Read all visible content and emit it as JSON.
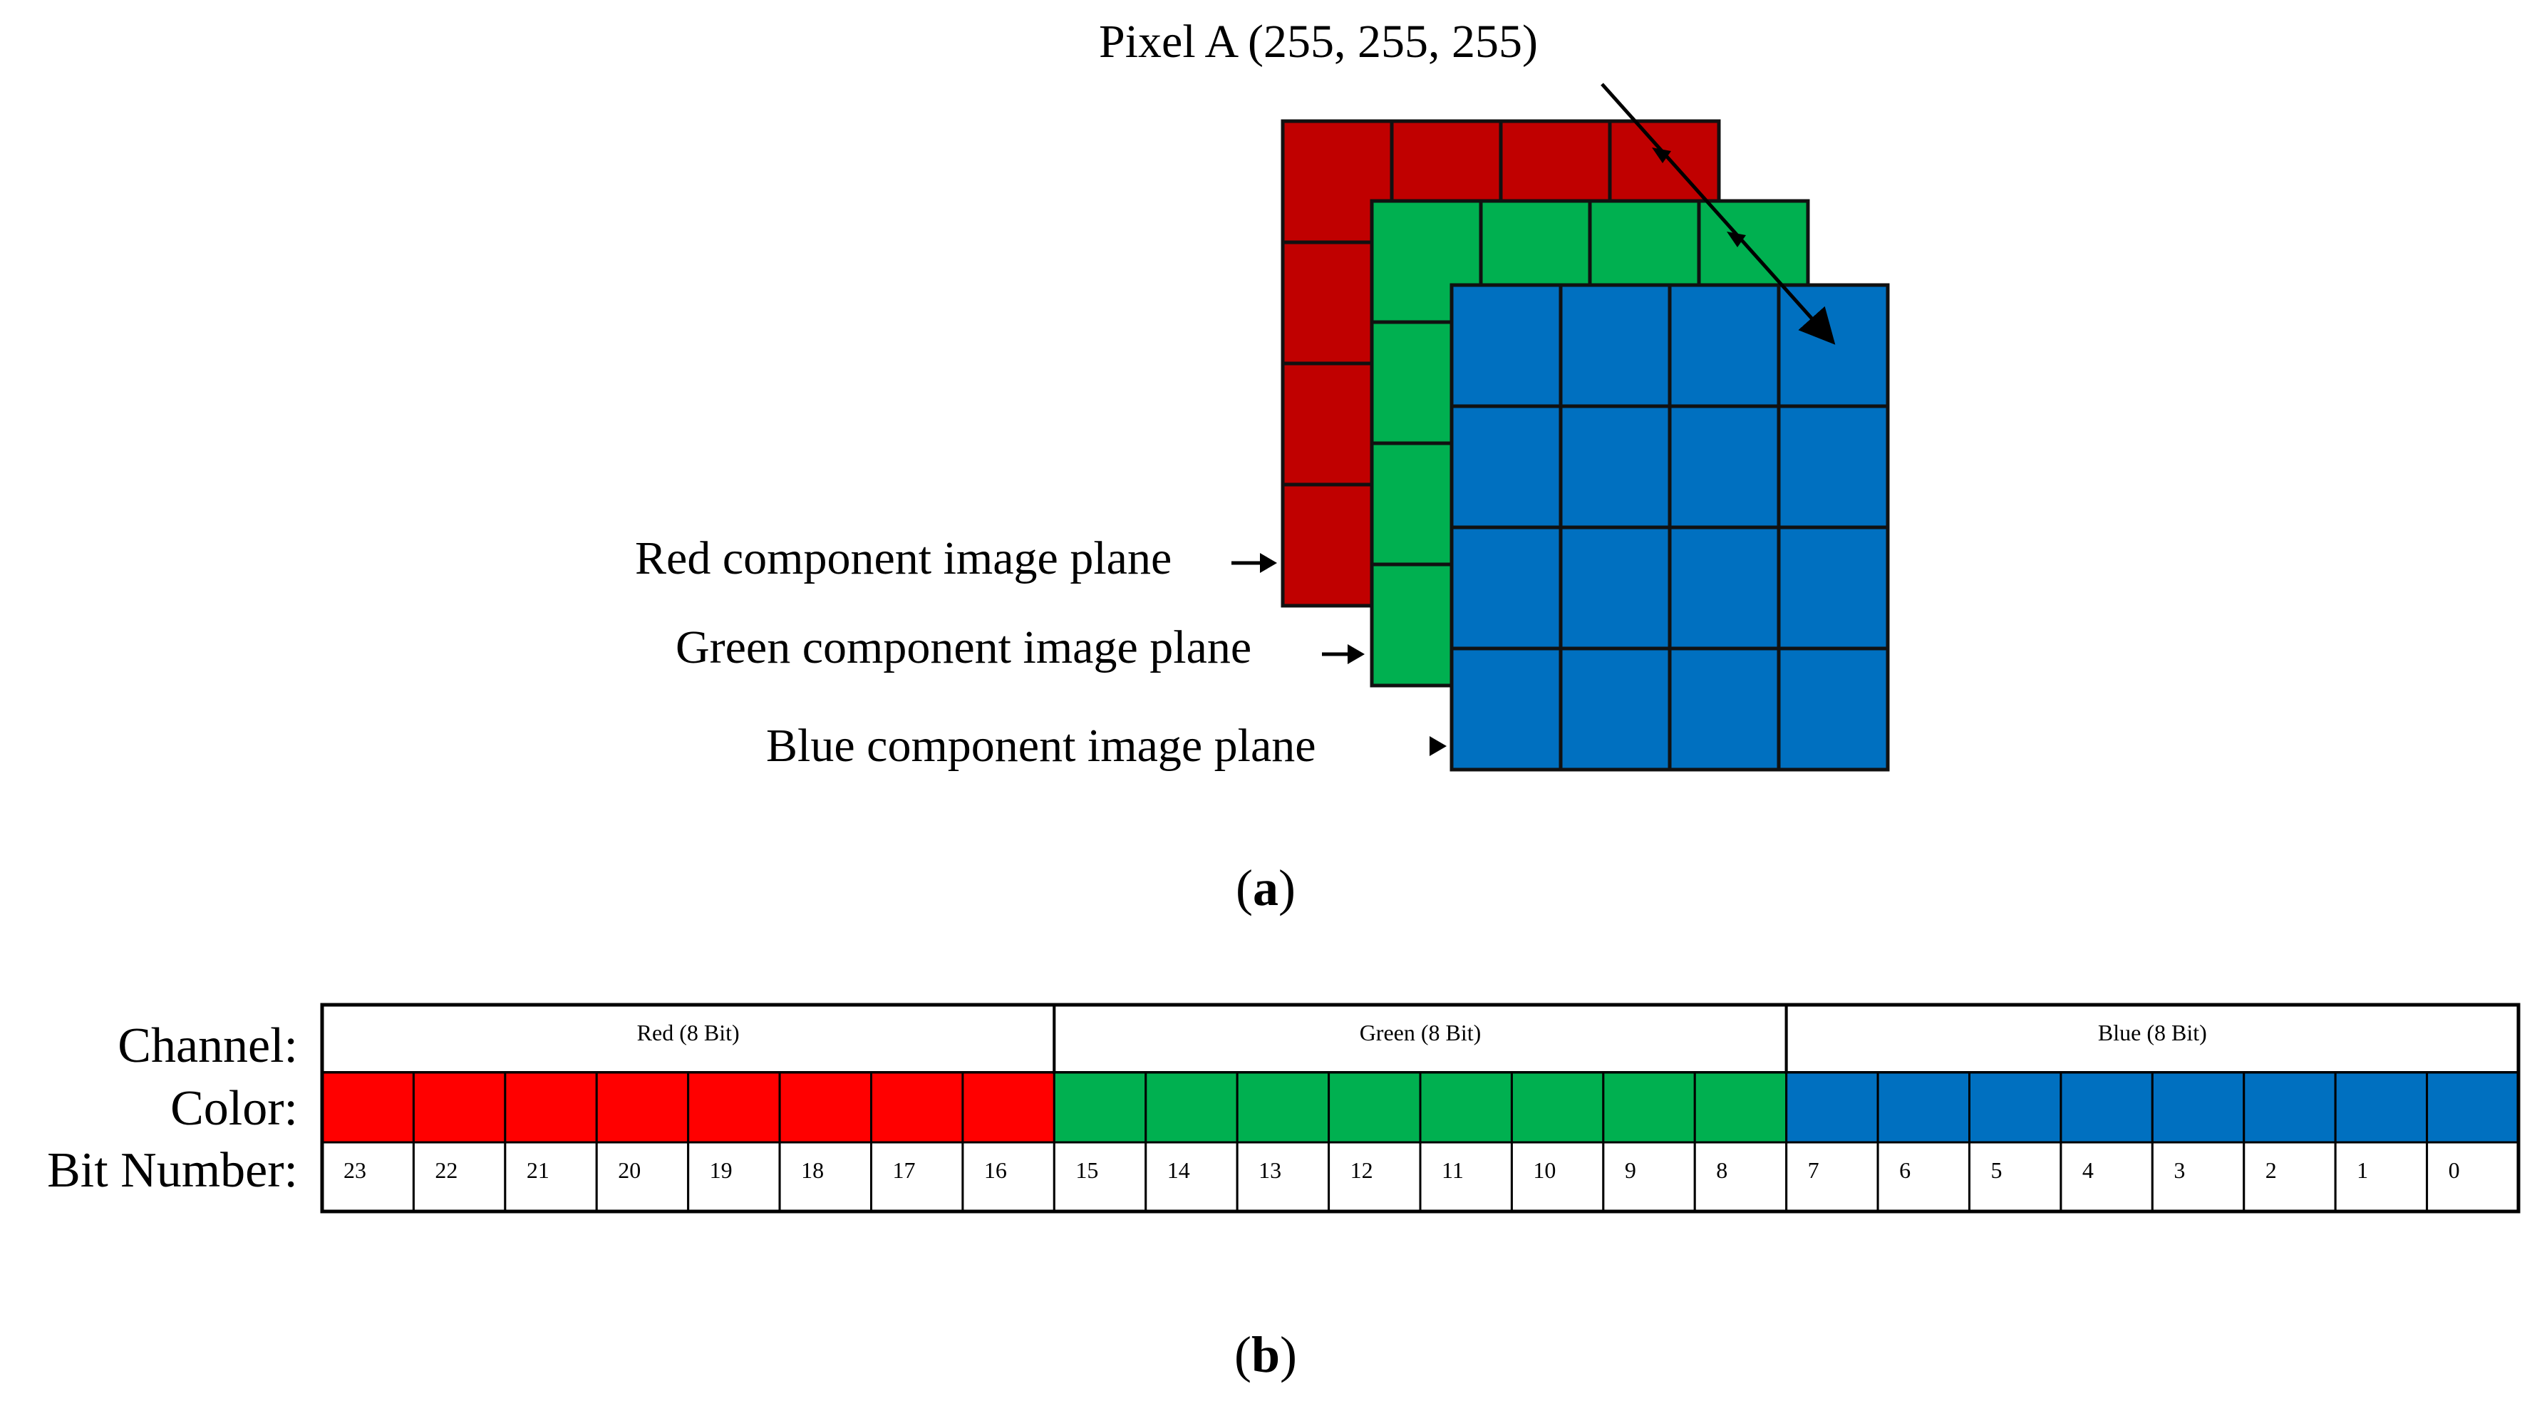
{
  "pixel_label": "Pixel A (255, 255, 255)",
  "planes": {
    "red": {
      "label": "Red component image plane",
      "color": "#C00000"
    },
    "green": {
      "label": "Green component image plane",
      "color": "#00B050"
    },
    "blue": {
      "label": "Blue component image plane",
      "color": "#0070C0"
    }
  },
  "caption_a": "a",
  "caption_b": "b",
  "table": {
    "row_labels": {
      "channel": "Channel:",
      "color": "Color:",
      "bit": "Bit Number:"
    },
    "channels": [
      {
        "label": "Red (8 Bit)",
        "color": "#FF0000",
        "bits": [
          "23",
          "22",
          "21",
          "20",
          "19",
          "18",
          "17",
          "16"
        ]
      },
      {
        "label": "Green (8 Bit)",
        "color": "#00B050",
        "bits": [
          "15",
          "14",
          "13",
          "12",
          "11",
          "10",
          "9",
          "8"
        ]
      },
      {
        "label": "Blue (8 Bit)",
        "color": "#0070C0",
        "bits": [
          "7",
          "6",
          "5",
          "4",
          "3",
          "2",
          "1",
          "0"
        ]
      }
    ]
  }
}
